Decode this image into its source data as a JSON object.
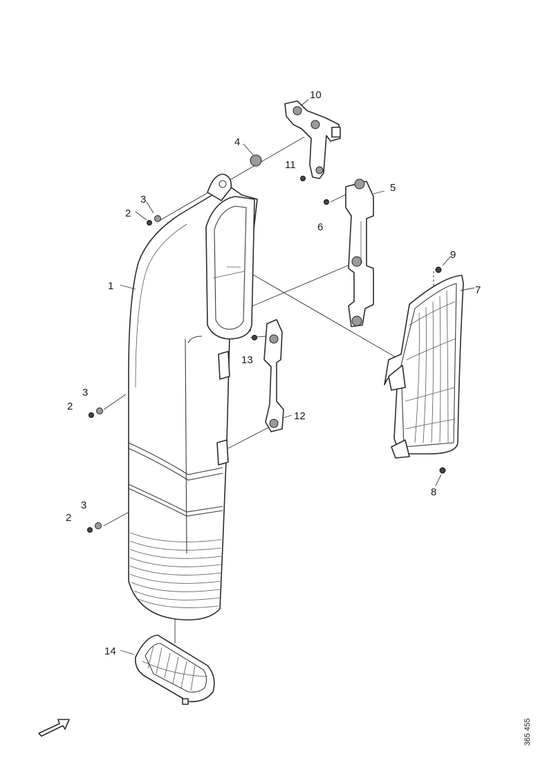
{
  "callouts": {
    "c1": "1",
    "c2a": "2",
    "c2b": "2",
    "c2c": "2",
    "c3a": "3",
    "c3b": "3",
    "c3c": "3",
    "c4": "4",
    "c5": "5",
    "c6": "6",
    "c7": "7",
    "c8": "8",
    "c9": "9",
    "c10": "10",
    "c11": "11",
    "c12": "12",
    "c13": "13",
    "c14": "14"
  },
  "reference_number": "365 455",
  "colors": {
    "line": "#2a2a2a",
    "background": "#ffffff"
  },
  "icons": {
    "direction": "front-direction-arrow-icon"
  }
}
